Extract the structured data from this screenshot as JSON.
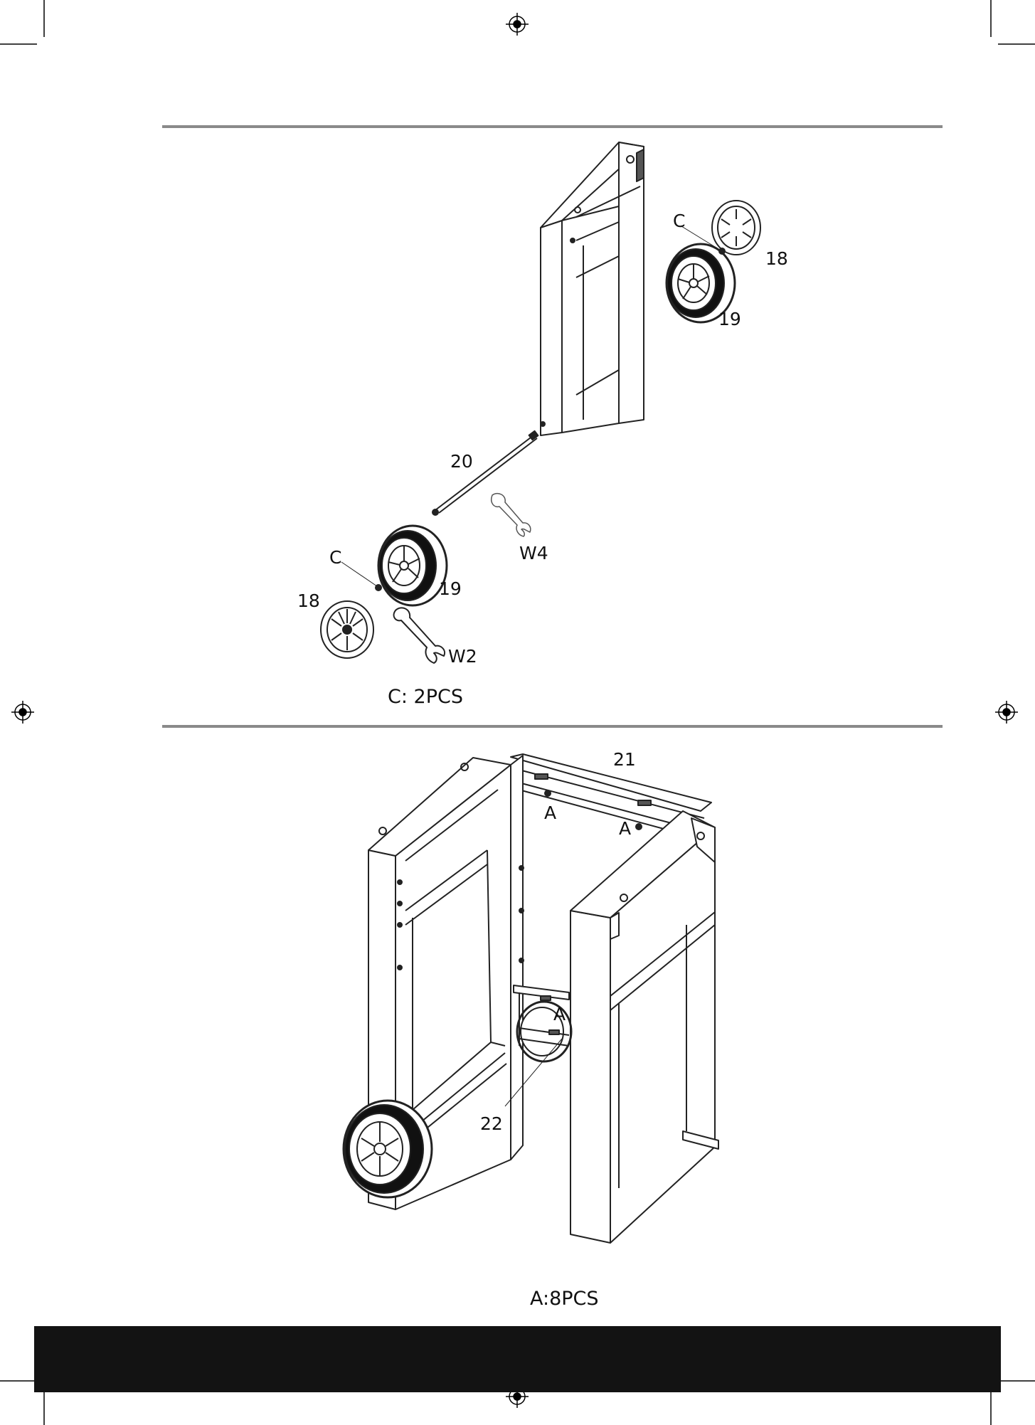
{
  "step_top": {
    "callouts": {
      "c_right": "C",
      "hubcap_right": "18",
      "wheel_right": "19",
      "axle": "20",
      "wrench_w4": "W4",
      "c_left": "C",
      "hubcap_left": "18",
      "wheel_left": "19",
      "wrench_w2": "W2"
    },
    "quantity": "C:  2PCS"
  },
  "step_bottom": {
    "callouts": {
      "back_panel": "21",
      "bolt_a1": "A",
      "bolt_a2": "A",
      "bolt_a3": "A",
      "bottom_shelf_bar": "22"
    },
    "quantity": "A:8PCS"
  }
}
